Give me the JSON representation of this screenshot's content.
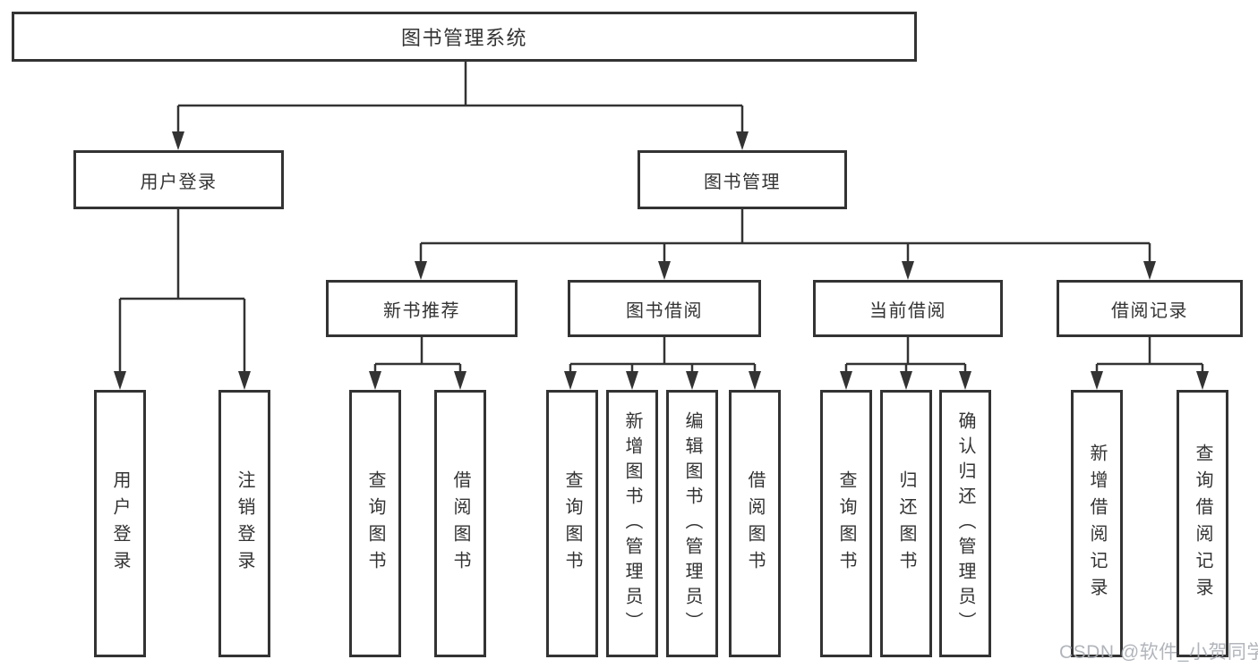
{
  "diagram_title": "图书管理系统",
  "nodes": {
    "root": "图书管理系统",
    "user_login_module": "用户登录",
    "book_management": "图书管理",
    "user_login": "用户登录",
    "logout": "注销登录",
    "new_book_recommend": "新书推荐",
    "book_borrow": "图书借阅",
    "current_borrow": "当前借阅",
    "borrow_records": "借阅记录",
    "recommend_query_book": "查询图书",
    "recommend_borrow_book": "借阅图书",
    "borrow_query_book": "查询图书",
    "borrow_add_book_admin": "新增图书（管理员）",
    "borrow_edit_book_admin": "编辑图书（管理员）",
    "borrow_borrow_book": "借阅图书",
    "current_query_book": "查询图书",
    "current_return_book": "归还图书",
    "current_confirm_return_admin": "确认归还（管理员）",
    "records_add_record": "新增借阅记录",
    "records_query_record": "查询借阅记录"
  },
  "hierarchy": {
    "root": [
      "user_login_module",
      "book_management"
    ],
    "user_login_module": [
      "user_login",
      "logout"
    ],
    "book_management": [
      "new_book_recommend",
      "book_borrow",
      "current_borrow",
      "borrow_records"
    ],
    "new_book_recommend": [
      "recommend_query_book",
      "recommend_borrow_book"
    ],
    "book_borrow": [
      "borrow_query_book",
      "borrow_add_book_admin",
      "borrow_edit_book_admin",
      "borrow_borrow_book"
    ],
    "current_borrow": [
      "current_query_book",
      "current_return_book",
      "current_confirm_return_admin"
    ],
    "borrow_records": [
      "records_add_record",
      "records_query_record"
    ]
  },
  "watermark": "CSDN @软件_小贺同学",
  "colors": {
    "background": "#ffffff",
    "box_border": "#333333",
    "connector_line": "#333333",
    "text": "#333333",
    "watermark_text": "#a9aeb4"
  }
}
